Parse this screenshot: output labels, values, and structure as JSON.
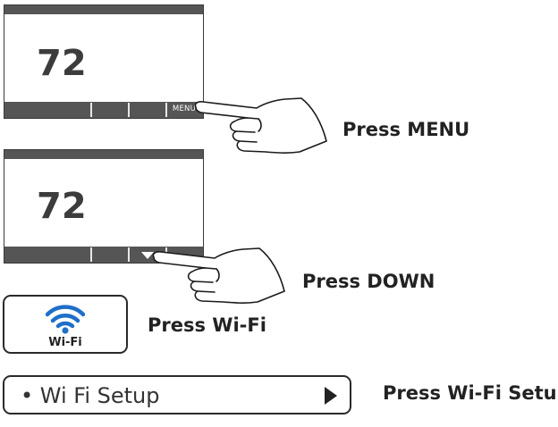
{
  "step1": {
    "temperature": "72",
    "menu_label": "MENU",
    "caption": "Press MENU"
  },
  "step2": {
    "temperature": "72",
    "caption": "Press DOWN"
  },
  "step3": {
    "wifi_label": "Wi-Fi",
    "caption": "Press Wi-Fi"
  },
  "step4": {
    "setup_label": "• Wi Fi Setup",
    "caption": "Press Wi-Fi Setup"
  },
  "colors": {
    "bar": "#555555",
    "wifi_blue": "#1f6fc9",
    "outline": "#2a2a2a"
  }
}
